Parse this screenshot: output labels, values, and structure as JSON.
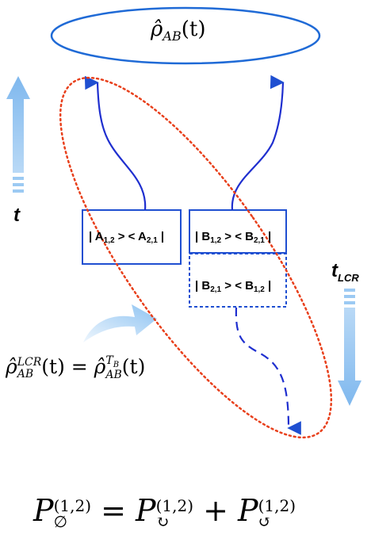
{
  "title": {
    "rho": "ρ̂",
    "sub": "AB",
    "arg": "(t)"
  },
  "time_label": {
    "text": "t"
  },
  "lcr_time_label": {
    "text": "t",
    "sub": "LCR"
  },
  "box_a": {
    "l1": "| A",
    "s1": "1,2",
    "mid": " > < A",
    "s2": "2,1",
    "end": " |"
  },
  "box_b_top": {
    "l1": "| B",
    "s1": "1,2",
    "mid": " > < B",
    "s2": "2,1",
    "end": " |"
  },
  "box_b_bottom": {
    "l1": "| B",
    "s1": "2,1",
    "mid": " > < B",
    "s2": "1,2",
    "end": " |"
  },
  "equation_lcr": {
    "lhs": "ρ̂",
    "lhs_sup": "LCR",
    "lhs_sub": "AB",
    "lhs_arg": "(t) = ",
    "rhs": "ρ̂",
    "rhs_sup": "T",
    "rhs_sup_sub": "B",
    "rhs_sub": "AB",
    "rhs_arg": "(t)"
  },
  "equation_bottom": {
    "p": "P",
    "lhs_sub": "∅",
    "sup": "(1,2)",
    "eq": " = ",
    "plus": " + ",
    "rhs1_sub": "↻",
    "rhs2_sub": "↺"
  },
  "colors": {
    "blue": "#1f4fd1",
    "light_blue": "#8ec3f2",
    "red_dotted": "#e8401c"
  }
}
